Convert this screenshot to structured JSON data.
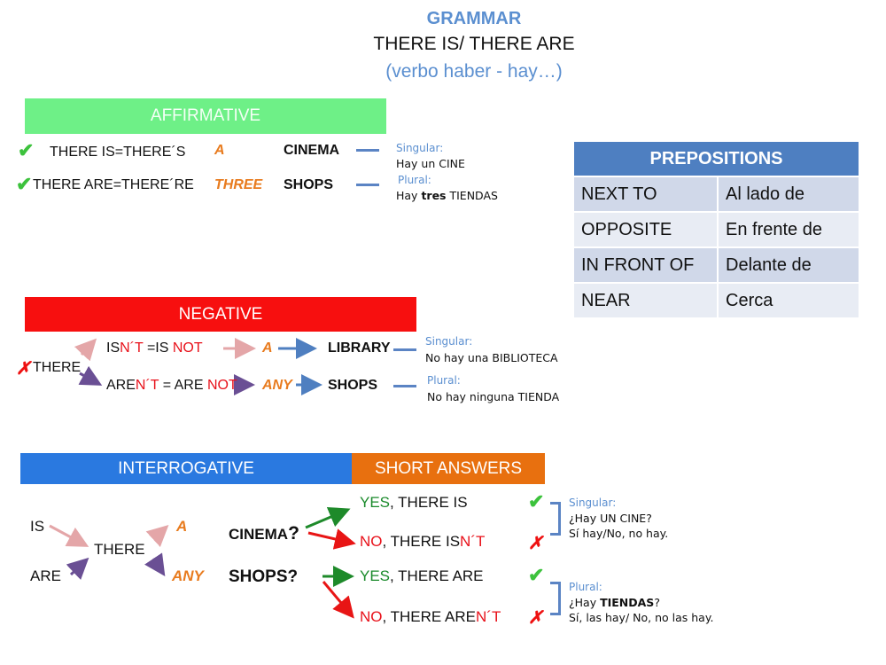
{
  "header": {
    "title": "GRAMMAR",
    "subtitle": "THERE IS/ THERE ARE",
    "note": "(verbo haber  - hay…)"
  },
  "affirmative": {
    "banner": "AFFIRMATIVE",
    "rows": [
      {
        "icon": "✔",
        "phrase": "THERE IS=THERE´S",
        "determiner": "A",
        "noun": "CINEMA",
        "label": "Singular:",
        "translation_pre": "Hay un CINE",
        "translation_bold": "",
        "translation_post": ""
      },
      {
        "icon": "✔",
        "phrase": "THERE ARE=THERE´RE",
        "determiner": "THREE",
        "noun": "SHOPS",
        "label": "Plural:",
        "translation_pre": "Hay ",
        "translation_bold": "tres",
        "translation_post": " TIENDAS"
      }
    ]
  },
  "prepositions": {
    "title": "PREPOSITIONS",
    "rows": [
      {
        "en": "NEXT TO",
        "es": "Al lado de"
      },
      {
        "en": "OPPOSITE",
        "es": "En frente de"
      },
      {
        "en": "IN FRONT OF",
        "es": "Delante de"
      },
      {
        "en": "NEAR",
        "es": "Cerca"
      }
    ]
  },
  "negative": {
    "banner": "NEGATIVE",
    "cross": "✗",
    "subject": "THERE",
    "rows": [
      {
        "a": "IS",
        "b": "N´T",
        "c": " =IS ",
        "d": "NOT",
        "determiner": "A",
        "noun": "LIBRARY",
        "label": "Singular:",
        "translation": "No hay una BIBLIOTECA"
      },
      {
        "a": "ARE",
        "b": "N´T",
        "c": " = ARE ",
        "d": "NOT",
        "determiner": "ANY",
        "noun": "SHOPS",
        "label": "Plural:",
        "translation": "No hay ninguna TIENDA"
      }
    ]
  },
  "interrogative": {
    "banner": "INTERROGATIVE",
    "verb1": "IS",
    "verb2": "ARE",
    "subject": "THERE",
    "det1": "A",
    "det2": "ANY",
    "noun1": "CINEMA",
    "q": "?",
    "noun2": "SHOPS?"
  },
  "short_answers": {
    "banner": "SHORT ANSWERS",
    "answers": [
      {
        "yn": "YES",
        "rest": ", THERE IS",
        "neg": "",
        "mark": "✔"
      },
      {
        "yn": "NO",
        "rest": ", THERE IS",
        "neg": "N´T",
        "mark": "✗"
      },
      {
        "yn": "YES",
        "rest": ", THERE ARE",
        "neg": "",
        "mark": "✔"
      },
      {
        "yn": "NO",
        "rest": ", THERE ARE",
        "neg": "N´T",
        "mark": "✗"
      }
    ],
    "notes": [
      {
        "label": "Singular:",
        "line1_pre": "¿Hay UN CINE?",
        "line1_bold": "",
        "line1_post": "",
        "line2": "Sí hay/No, no hay."
      },
      {
        "label": "Plural:",
        "line1_pre": "¿Hay ",
        "line1_bold": "TIENDAS",
        "line1_post": "?",
        "line2": "Sí, las hay/ No, no las hay."
      }
    ]
  },
  "colors": {
    "affirmative": "#6ef087",
    "negative": "#f70f0f",
    "interrogative": "#2a79e0",
    "short_answers": "#e8700f",
    "prepositions_header": "#4e7fc1",
    "title_blue": "#5b8fd0"
  }
}
